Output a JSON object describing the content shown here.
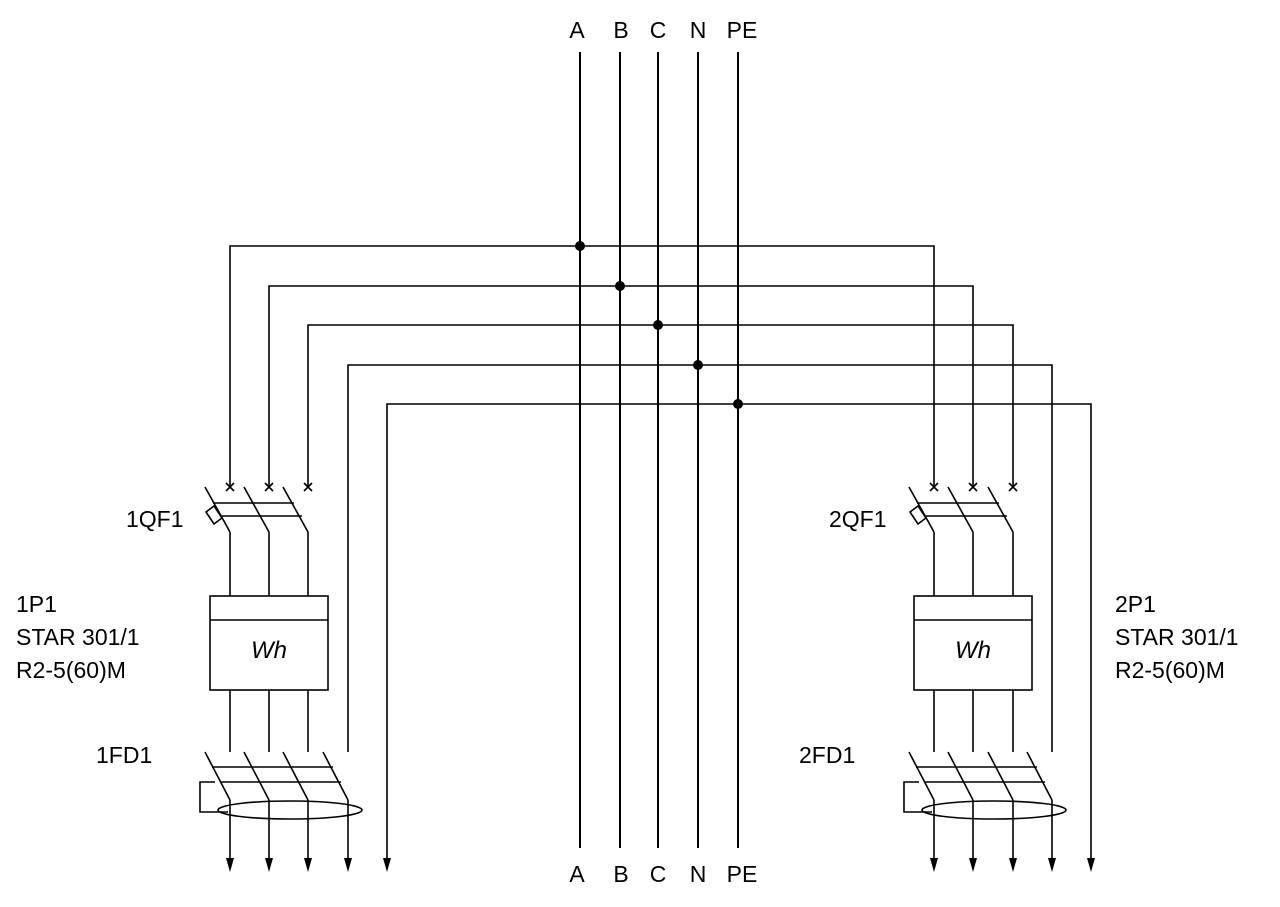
{
  "bus": {
    "top_labels": [
      "A",
      "B",
      "C",
      "N",
      "PE"
    ],
    "bottom_labels": [
      "A",
      "B",
      "C",
      "N",
      "PE"
    ]
  },
  "left_unit": {
    "breaker": "1QF1",
    "meter_lines": [
      "1P1",
      "STAR 301/1",
      "R2-5(60)M"
    ],
    "meter_symbol": "Wh",
    "rcd": "1FD1"
  },
  "right_unit": {
    "breaker": "2QF1",
    "meter_lines": [
      "2P1",
      "STAR 301/1",
      "R2-5(60)M"
    ],
    "meter_symbol": "Wh",
    "rcd": "2FD1"
  },
  "colors": {
    "line": "#000000",
    "background": "#ffffff"
  }
}
